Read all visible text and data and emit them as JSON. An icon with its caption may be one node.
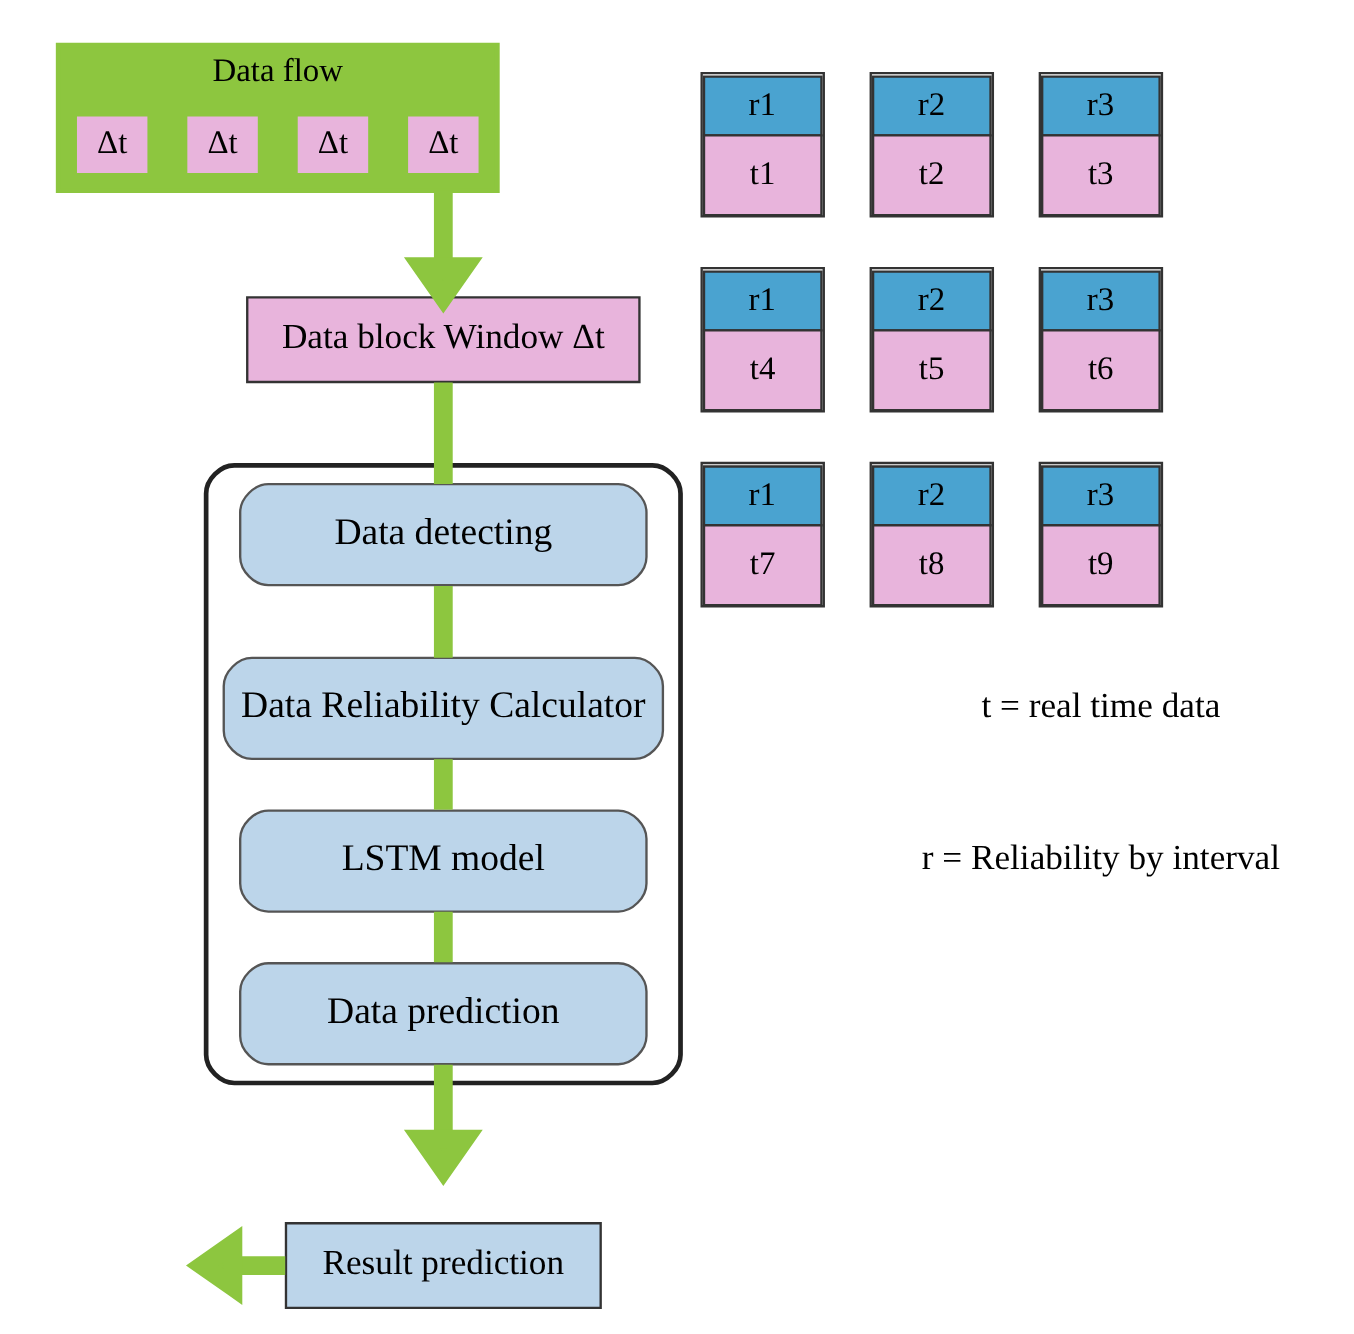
{
  "diagram": {
    "nodes": [
      {
        "text": [],
        "shape": "arrow",
        "beside": [
          "Data flow"
        ]
      },
      {
        "text": [
          "Δt"
        ],
        "in": 0
      },
      {
        "text": [
          "Δt"
        ],
        "in": 0
      },
      {
        "text": [
          "Δt"
        ],
        "in": 0
      },
      {
        "text": [
          "Δt"
        ],
        "in": 0
      },
      {
        "text": [
          "Data block Window Δt"
        ]
      },
      {
        "text": [],
        "shape": "box"
      },
      {
        "text": [
          "Data detecting"
        ],
        "in": 6
      },
      {
        "text": [
          "Data Reliability Calculator"
        ],
        "in": 6
      },
      {
        "text": [
          "LSTM model"
        ],
        "in": 6
      },
      {
        "text": [
          "Data prediction"
        ],
        "in": 6
      },
      {
        "text": [
          "r1",
          "t1"
        ]
      },
      {
        "text": [
          "r2",
          "t2"
        ]
      },
      {
        "text": [
          "r3",
          "t3"
        ]
      },
      {
        "text": [
          "r1",
          "t4"
        ]
      },
      {
        "text": [
          "r2",
          "t5"
        ]
      },
      {
        "text": [
          "r3",
          "t6"
        ]
      },
      {
        "text": [
          "r1",
          "t7"
        ]
      },
      {
        "text": [
          "r2",
          "t8"
        ]
      },
      {
        "text": [
          "r3",
          "t9"
        ]
      },
      {
        "text": [
          "Result prediction"
        ]
      }
    ],
    "edges": [
      {
        "from": 0,
        "to": 5,
        "arrow": "to"
      },
      {
        "from": 5,
        "to": 7,
        "arrow": "none"
      },
      {
        "from": 7,
        "to": 8,
        "arrow": "none"
      },
      {
        "from": 8,
        "to": 9,
        "arrow": "none"
      },
      {
        "from": 9,
        "to": 10,
        "arrow": "none"
      },
      {
        "from": 10,
        "to": null,
        "arrow": "to"
      },
      {
        "from": 20,
        "to": null,
        "arrow": "to"
      }
    ],
    "labels": [
      "t = real time data",
      "r = Reliability by interval"
    ]
  }
}
